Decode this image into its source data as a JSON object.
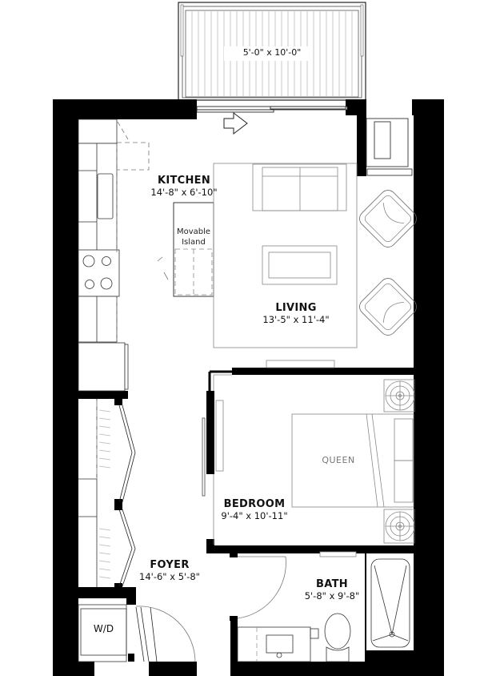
{
  "floor_plan": {
    "balcony": {
      "dimensions": "5'-0\" x 10'-0\""
    },
    "rooms": [
      {
        "id": "kitchen",
        "name": "KITCHEN",
        "dimensions": "14'-8\" x 6'-10\""
      },
      {
        "id": "living",
        "name": "LIVING",
        "dimensions": "13'-5\" x 11'-4\""
      },
      {
        "id": "bedroom",
        "name": "BEDROOM",
        "dimensions": "9'-4\" x 10'-11\""
      },
      {
        "id": "foyer",
        "name": "FOYER",
        "dimensions": "14'-6\" x 5'-8\""
      },
      {
        "id": "bath",
        "name": "BATH",
        "dimensions": "5'-8\" x 9'-8\""
      }
    ],
    "fixtures": {
      "island_line1": "Movable",
      "island_line2": "Island",
      "bed": "QUEEN",
      "laundry": "W/D"
    },
    "colors": {
      "wall": "#000000",
      "furniture": "#8a8a8a",
      "background": "#ffffff"
    }
  }
}
